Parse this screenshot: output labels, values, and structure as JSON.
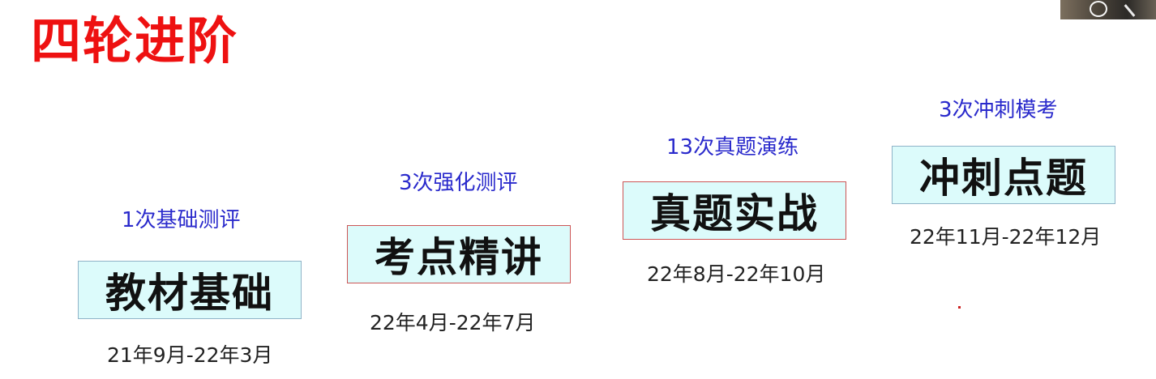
{
  "title": "四轮进阶",
  "stages": [
    {
      "note": "1次基础测评",
      "name": "教材基础",
      "date": "21年9月-22年3月"
    },
    {
      "note": "3次强化测评",
      "name": "考点精讲",
      "date": "22年4月-22年7月"
    },
    {
      "note": "13次真题演练",
      "name": "真题实战",
      "date": "22年8月-22年10月"
    },
    {
      "note": "3次冲刺模考",
      "name": "冲刺点题",
      "date": "22年11月-22年12月"
    }
  ],
  "colors": {
    "title": "#ee1111",
    "note": "#2a2acc",
    "box_fill": "#dcfbfb",
    "box_border_blue": "#8fb3c8",
    "box_border_red": "#cc5555"
  },
  "overlay_icons": [
    "eye-icon",
    "pen-icon"
  ]
}
